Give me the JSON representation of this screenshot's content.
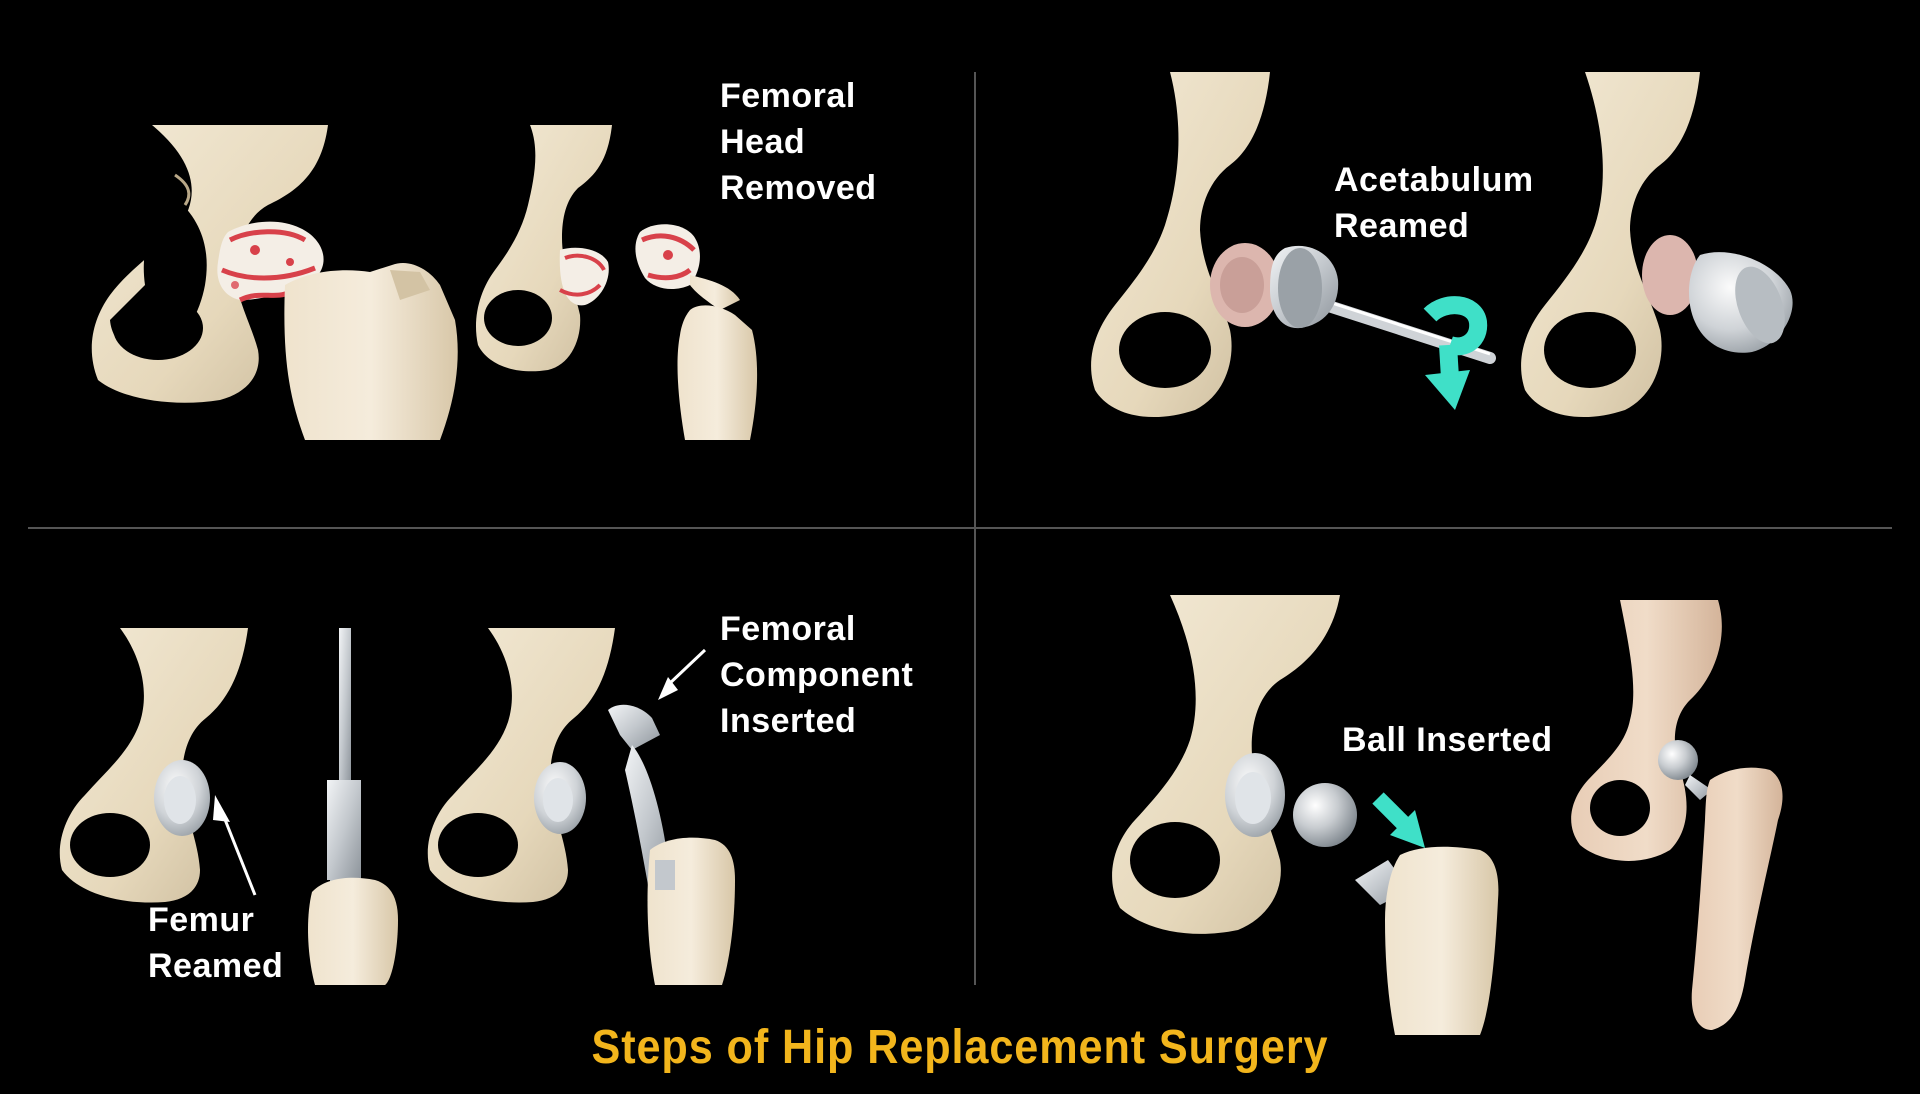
{
  "labels": {
    "femoral_head_removed": [
      "Femoral",
      "Head",
      "Removed"
    ],
    "acetabulum_reamed": [
      "Acetabulum",
      "Reamed"
    ],
    "femur_reamed": [
      "Femur",
      "Reamed"
    ],
    "femoral_component_inserted": [
      "Femoral",
      "Component",
      "Inserted"
    ],
    "ball_inserted": "Ball Inserted"
  },
  "title": "Steps of Hip Replacement Surgery",
  "colors": {
    "background": "#000000",
    "bone": "#ece0c8",
    "bone_shadow": "#c9b99a",
    "cartilage_red": "#d8414a",
    "implant_metal": "#c8ccd0",
    "arrow_cyan": "#3fe0c8",
    "title_gold": "#f2b51c",
    "label_white": "#ffffff",
    "divider": "#666666"
  },
  "icons": [
    "rotation-arrow-icon",
    "insert-arrow-icon",
    "pointer-arrow-icon"
  ]
}
